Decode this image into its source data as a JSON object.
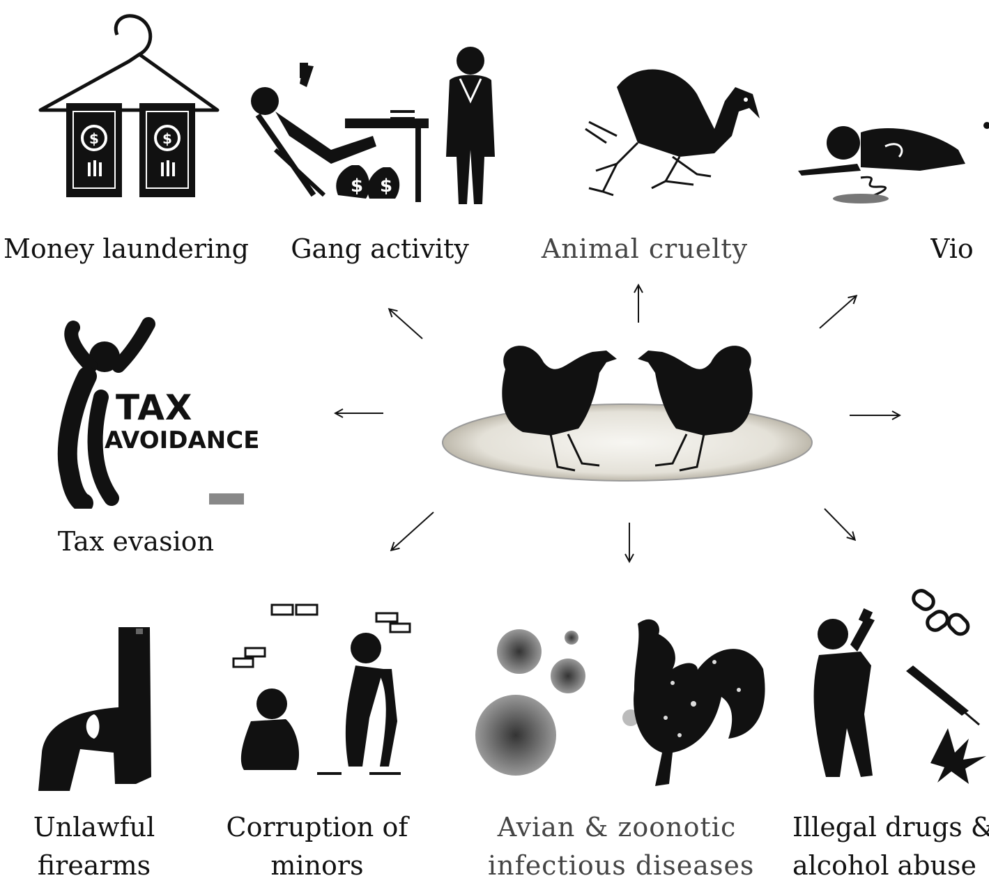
{
  "labels": {
    "money_laundering": "Money laundering",
    "gang_activity": "Gang activity",
    "animal_cruelty": "Animal cruelty",
    "violence": "Vio",
    "tax_evasion": "Tax evasion",
    "unlawful_firearms_1": "Unlawful",
    "unlawful_firearms_2": "firearms",
    "corruption_1": "Corruption of",
    "corruption_2": "minors",
    "avian_1": "Avian & zoonotic",
    "avian_2": "infectious diseases",
    "drugs_1": "Illegal drugs &",
    "drugs_2": "alcohol abuse"
  },
  "tax_sign": {
    "line1": "TAX",
    "line2": "AVOIDANCE"
  },
  "icons": [
    "hanger-money-icon",
    "gangster-icon",
    "bird-skeleton-icon",
    "lying-person-icon",
    "tax-avoidance-icon",
    "cockfight-center-icon",
    "pistol-icon",
    "smoking-youths-icon",
    "virus-rooster-icon",
    "drinker-drugs-icon"
  ],
  "colors": {
    "ink": "#111111",
    "ring": "#d9d6cf",
    "virus": "#555555"
  }
}
